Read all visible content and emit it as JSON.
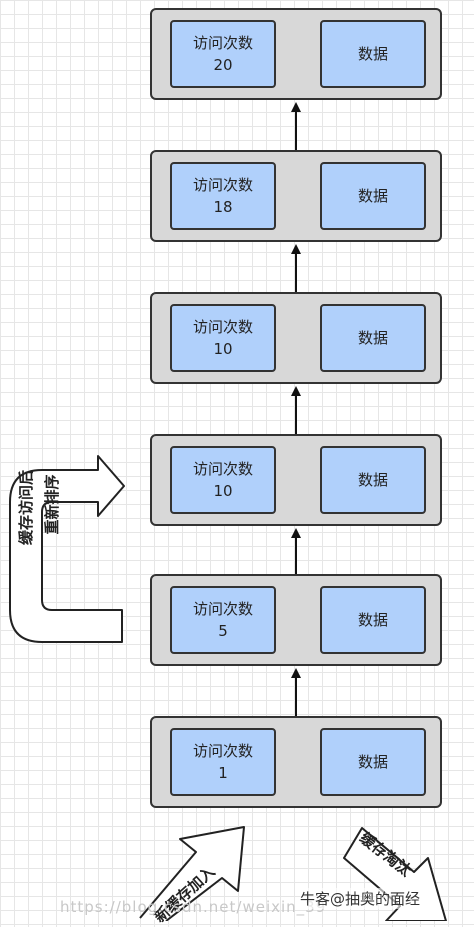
{
  "nodes": [
    {
      "count_label": "访问次数",
      "count": "20",
      "data_label": "数据"
    },
    {
      "count_label": "访问次数",
      "count": "18",
      "data_label": "数据"
    },
    {
      "count_label": "访问次数",
      "count": "10",
      "data_label": "数据"
    },
    {
      "count_label": "访问次数",
      "count": "10",
      "data_label": "数据"
    },
    {
      "count_label": "访问次数",
      "count": "5",
      "data_label": "数据"
    },
    {
      "count_label": "访问次数",
      "count": "1",
      "data_label": "数据"
    }
  ],
  "side_arrow": {
    "line1": "缓存访问后",
    "line2": "重新排序"
  },
  "enter_arrow": {
    "label": "新缓存加入"
  },
  "exit_arrow": {
    "label": "缓存淘汰"
  },
  "watermark": {
    "brand": "牛客@抽奥的面经",
    "url": "https://blog.csdn.net/weixin_39"
  }
}
